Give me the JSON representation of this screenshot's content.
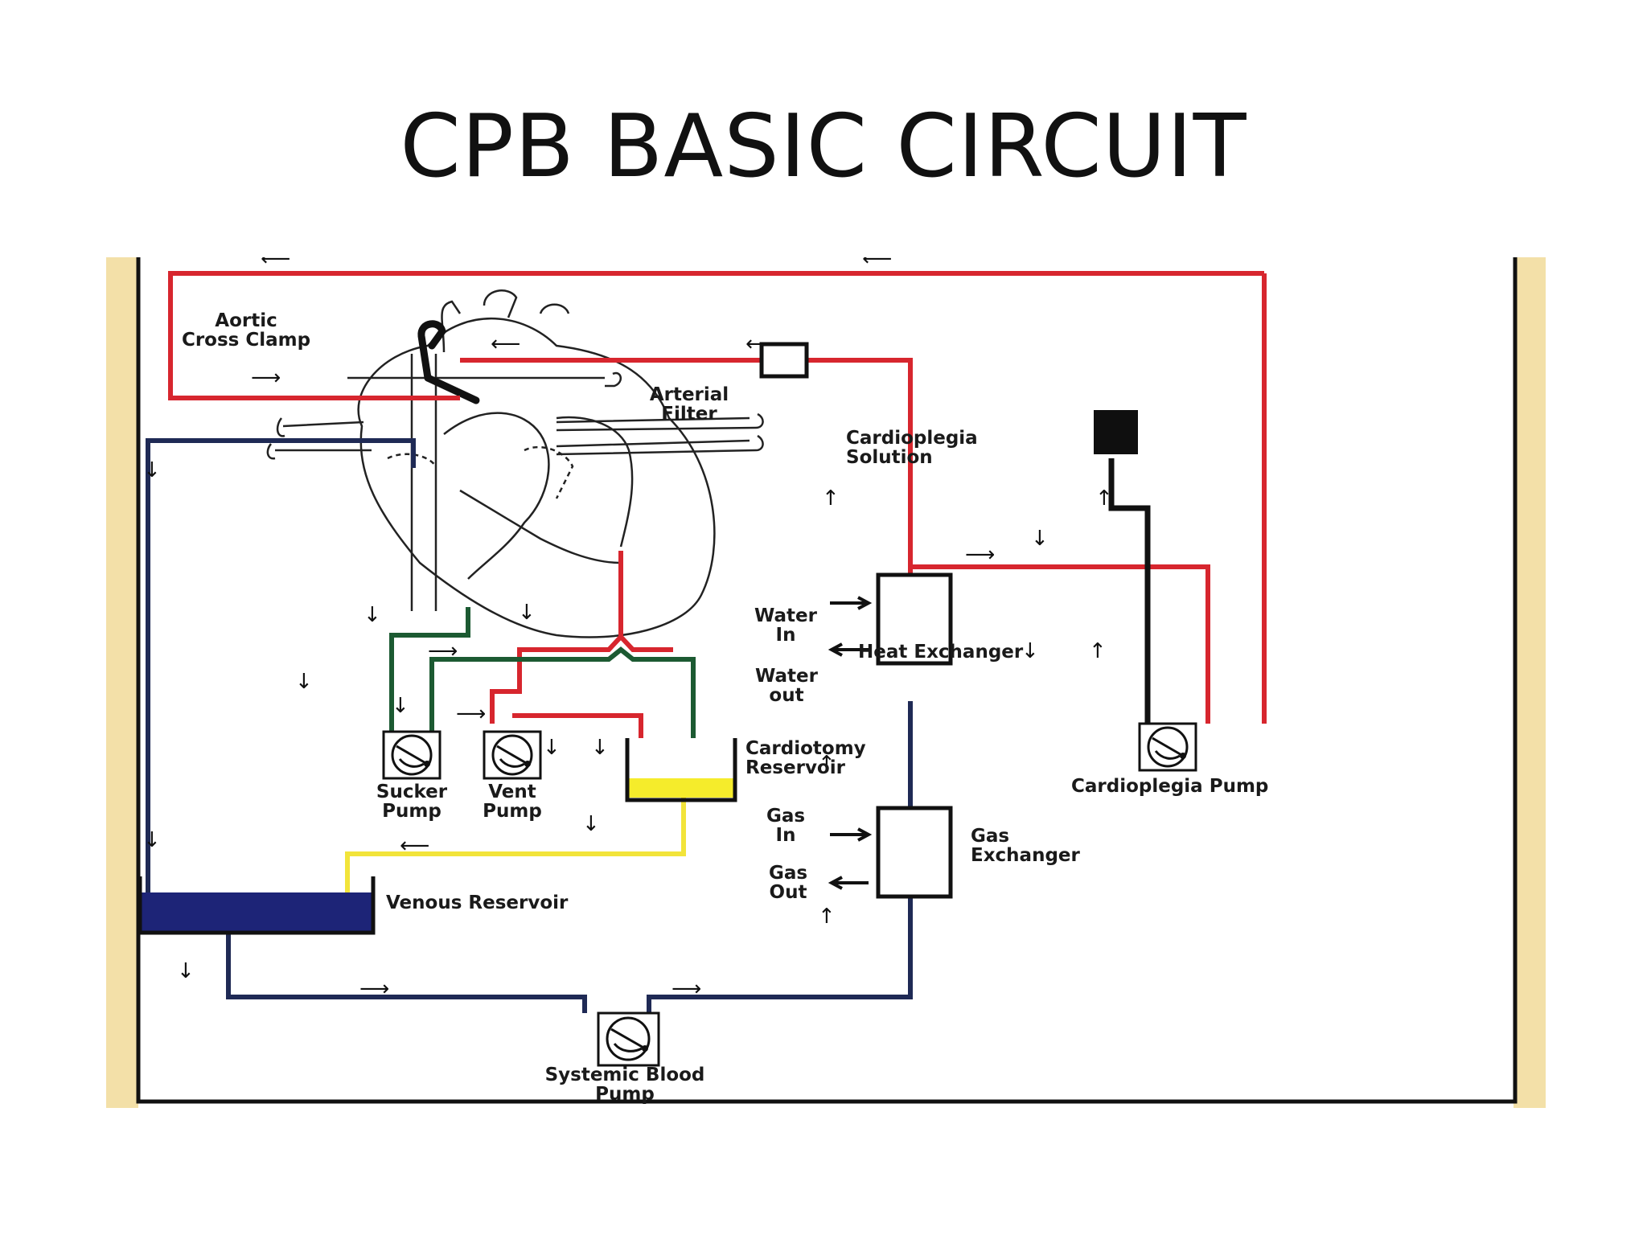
{
  "slide": {
    "title": "CPB BASIC CIRCUIT"
  },
  "colors": {
    "arterial_line": "#d7262e",
    "venous_line": "#1f2a55",
    "sucker_line": "#1c5a32",
    "yellow_line": "#f2e43a",
    "cardioplegia_line": "#111111",
    "venous_blood": "#1d2477",
    "cardiotomy_blood": "#f5ec2b",
    "frame_edge": "#e9c660"
  },
  "labels": {
    "aortic_cross_clamp": [
      "Aortic",
      "Cross Clamp"
    ],
    "arterial_filter": [
      "Arterial",
      "Filter"
    ],
    "cardioplegia_solution": [
      "Cardioplegia",
      "Solution"
    ],
    "water_in": [
      "Water",
      "In"
    ],
    "water_out": [
      "Water",
      "out"
    ],
    "heat_exchanger": "Heat Exchanger",
    "sucker_pump": [
      "Sucker",
      "Pump"
    ],
    "vent_pump": [
      "Vent",
      "Pump"
    ],
    "cardiotomy_reservoir": [
      "Cardiotomy",
      "Reservoir"
    ],
    "gas_in": [
      "Gas",
      "In"
    ],
    "gas_out": [
      "Gas",
      "Out"
    ],
    "gas_exchanger": [
      "Gas",
      "Exchanger"
    ],
    "cardioplegia_pump": "Cardioplegia Pump",
    "venous_reservoir": "Venous Reservoir",
    "systemic_blood_pump": [
      "Systemic Blood",
      "Pump"
    ]
  },
  "icons": {
    "pump": "roller-pump-icon",
    "heart": "heart-outline-icon",
    "clamp": "cross-clamp-icon",
    "flow_arrow": "flow-arrow-icon"
  }
}
